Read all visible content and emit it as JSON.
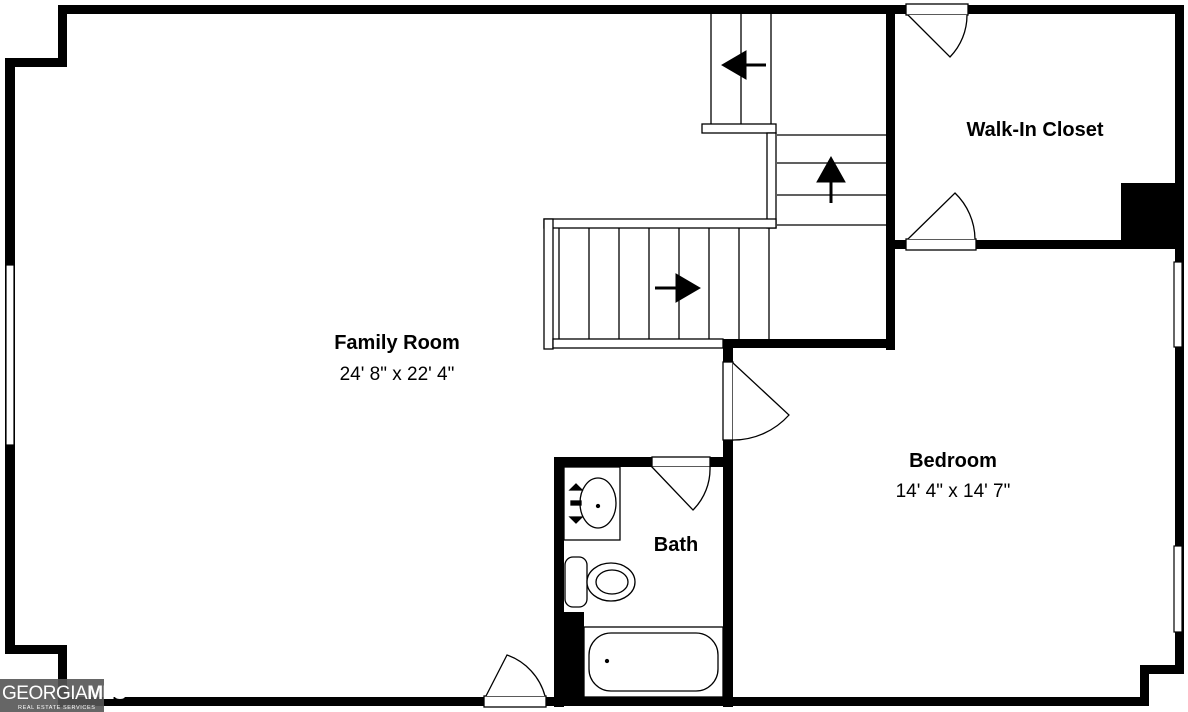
{
  "rooms": {
    "family_room": {
      "name": "Family Room",
      "dimensions": "24' 8\" x 22' 4\""
    },
    "bedroom": {
      "name": "Bedroom",
      "dimensions": "14' 4\" x 14' 7\""
    },
    "walk_in_closet": {
      "name": "Walk-In Closet"
    },
    "bath": {
      "name": "Bath"
    }
  },
  "watermark": {
    "brand_primary": "GEORGIA",
    "brand_secondary": "MLS",
    "tagline": "REAL ESTATE SERVICES"
  },
  "colors": {
    "wall": "#000000",
    "background": "#ffffff",
    "fixture": "#d9d9d9",
    "watermark_bg": "#555555"
  }
}
